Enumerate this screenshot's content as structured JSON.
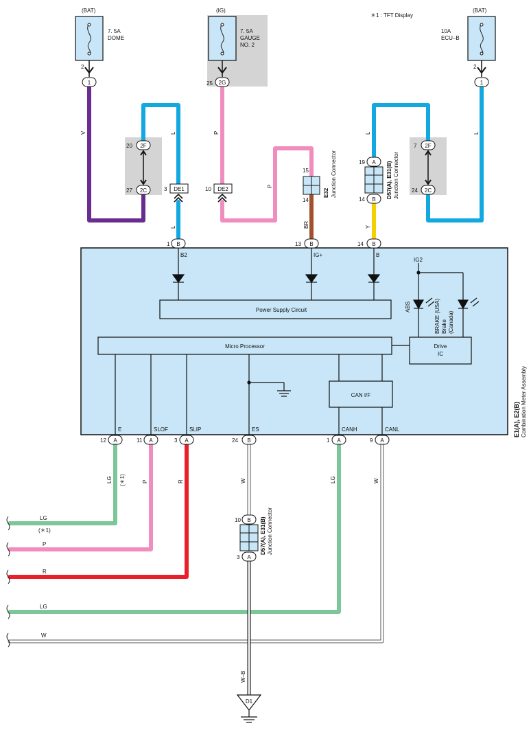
{
  "note": "＊1 : TFT Display",
  "fuses": {
    "dome": {
      "source": "(BAT)",
      "rating": "7. 5A",
      "name": "DOME",
      "pin": "2",
      "terminal": "1"
    },
    "gauge": {
      "source": "(IG)",
      "rating": "7. 5A",
      "name1": "GAUGE",
      "name2": "NO. 2",
      "pin": "25",
      "terminal": "2G"
    },
    "ecub": {
      "source": "(BAT)",
      "rating": "10A",
      "name": "ECU–B",
      "pin": "2",
      "terminal": "1"
    }
  },
  "jc_left": {
    "top_pin": "20",
    "top_term": "2F",
    "bot_pin": "27",
    "bot_term": "2C"
  },
  "jc_right": {
    "top_pin": "7",
    "top_term": "2F",
    "bot_pin": "24",
    "bot_term": "2C"
  },
  "connectors": {
    "de1": {
      "pin": "3",
      "name": "DE1"
    },
    "de2": {
      "pin": "10",
      "name": "DE2"
    },
    "e32": {
      "top_pin": "15",
      "bot_pin": "14",
      "code": "E32",
      "desc": "Junction Connector"
    },
    "d57_top": {
      "top_pin": "19",
      "top_term": "A",
      "bot_pin": "14",
      "bot_term": "B",
      "code": "D57(A), E31(B)",
      "desc": "Junction Connector"
    },
    "d57_bot": {
      "top_pin": "10",
      "top_term": "B",
      "bot_pin": "3",
      "bot_term": "A",
      "code": "D57(A), E31(B)",
      "desc": "Junction Connector"
    }
  },
  "wire_labels": {
    "v": "V",
    "l": "L",
    "p": "P",
    "br": "BR",
    "y": "Y",
    "lg": "LG",
    "r": "R",
    "w": "W",
    "wb": "W–B",
    "star1": "(＊1)"
  },
  "meter": {
    "code": "E1(A), E2(B)",
    "name": "Combination Meter Assembly",
    "top_pins": [
      {
        "pin": "1",
        "term": "B",
        "label": "B2"
      },
      {
        "pin": "13",
        "term": "B",
        "label": "IG+"
      },
      {
        "pin": "14",
        "term": "B",
        "label": "B"
      }
    ],
    "power_supply": "Power Supply Circuit",
    "micro": "Micro Processor",
    "drive1": "Drive",
    "drive2": "IC",
    "can_if": "CAN I/F",
    "ig2": "IG2",
    "abs": "ABS",
    "brake1": "BRAKE (USA)",
    "brake2": "Brake",
    "brake3": "(Canada)",
    "bottom_pins": [
      {
        "pin": "12",
        "term": "A",
        "label": "E"
      },
      {
        "pin": "11",
        "term": "A",
        "label": "SLOF"
      },
      {
        "pin": "3",
        "term": "A",
        "label": "SLIP"
      },
      {
        "pin": "24",
        "term": "B",
        "label": "ES"
      },
      {
        "pin": "1",
        "term": "A",
        "label": "CANH"
      },
      {
        "pin": "9",
        "term": "A",
        "label": "CANL"
      }
    ]
  },
  "ground": {
    "name": "D1"
  },
  "colors": {
    "box": "#c8e6f7",
    "gray": "#d4d4d4",
    "violet": "#6a2c8e",
    "blue": "#12a8e0",
    "pink": "#f08cbe",
    "brown": "#a0522d",
    "yellow": "#f5d000",
    "green": "#7dc69a",
    "red": "#e8202a",
    "white": "#ffffff"
  }
}
